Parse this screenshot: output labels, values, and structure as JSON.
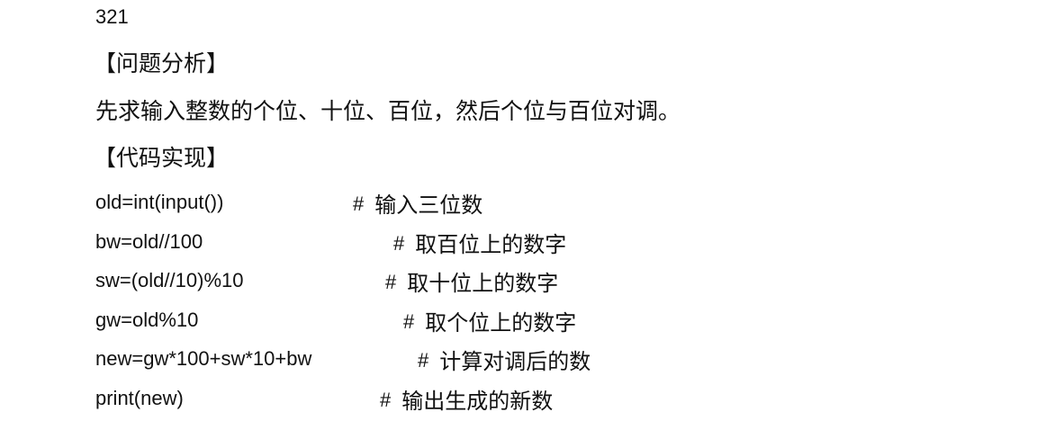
{
  "output_value": "321",
  "analysis_heading": "【问题分析】",
  "analysis_text": "先求输入整数的个位、十位、百位，然后个位与百位对调。",
  "code_heading": "【代码实现】",
  "code_lines": [
    {
      "code": "old=int(input())",
      "hash": "#",
      "comment": "输入三位数"
    },
    {
      "code": "bw=old//100",
      "hash": "#",
      "comment": "取百位上的数字"
    },
    {
      "code": "sw=(old//10)%10",
      "hash": "#",
      "comment": "取十位上的数字"
    },
    {
      "code": "gw=old%10",
      "hash": "#",
      "comment": "取个位上的数字"
    },
    {
      "code": "new=gw*100+sw*10+bw",
      "hash": "#",
      "comment": "计算对调后的数"
    },
    {
      "code": "print(new)",
      "hash": "#",
      "comment": "输出生成的新数"
    }
  ]
}
